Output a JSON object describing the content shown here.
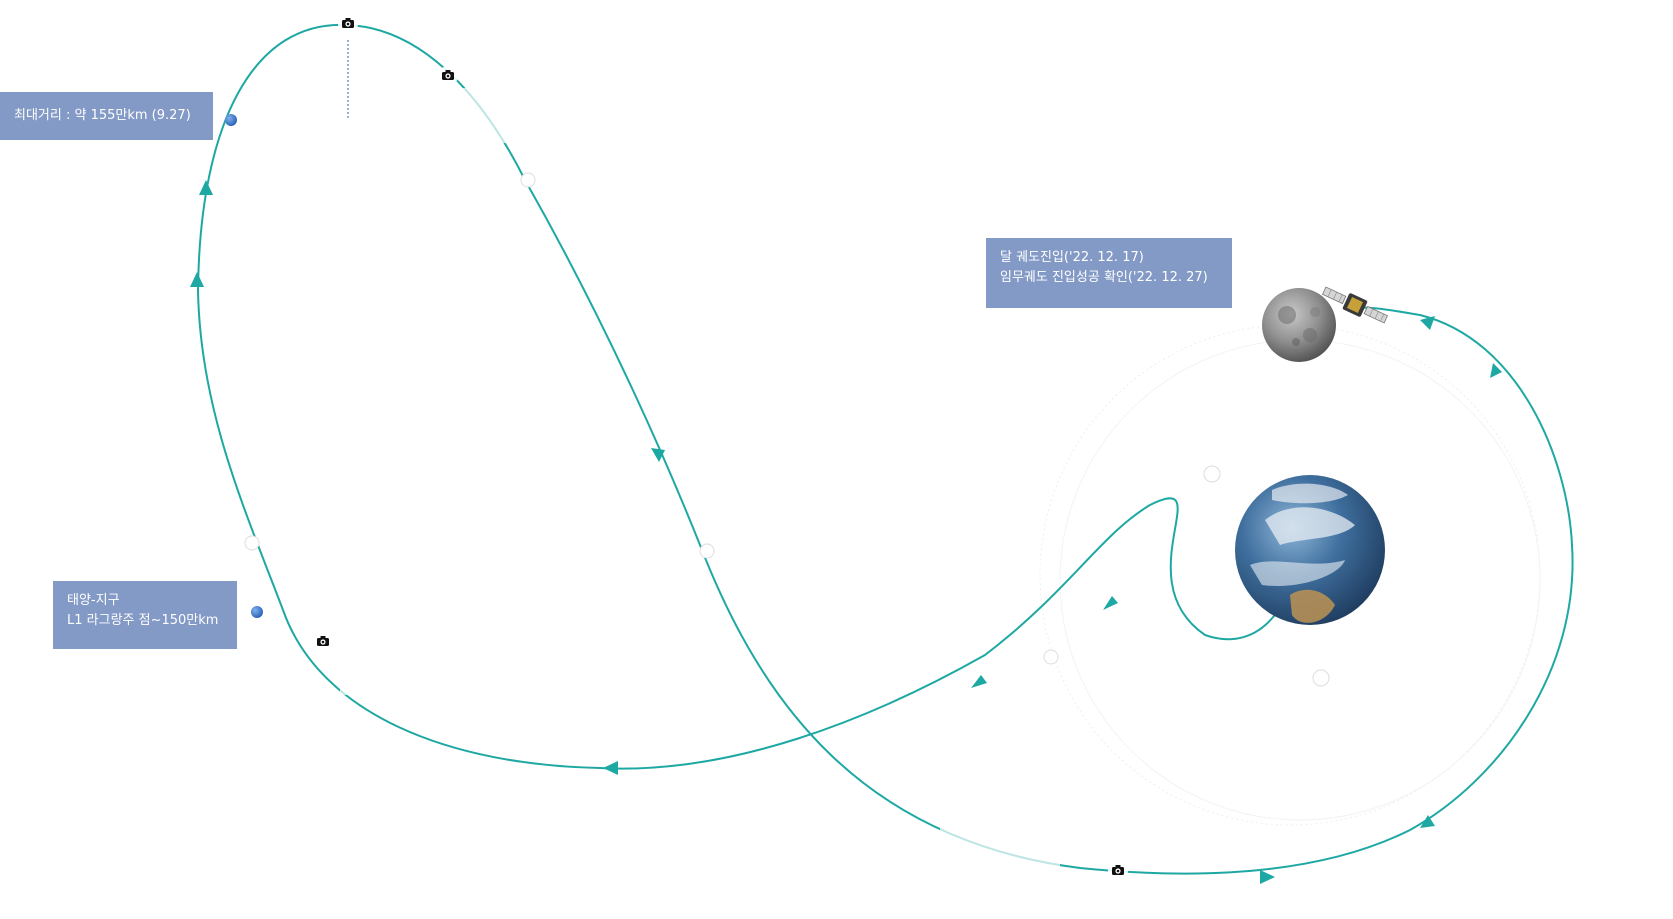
{
  "labels": {
    "max_distance": "최대거리 : 약 155만km (9.27)",
    "l1_line1": "태양-지구",
    "l1_line2": "L1 라그랑주 점~150만km",
    "lunar_line1": "달 궤도진입('22. 12. 17)",
    "lunar_line2": "임무궤도 진입성공 확인('22. 12. 27)"
  },
  "icons": {
    "camera": "camera-icon",
    "moon": "moon-icon",
    "earth": "earth-icon",
    "satellite": "satellite-icon"
  },
  "colors": {
    "trajectory": "#1ea8a3",
    "label_box": "#8399c6",
    "marker_blue": "#3b6fc4",
    "guide_line": "#3b5bb0"
  }
}
